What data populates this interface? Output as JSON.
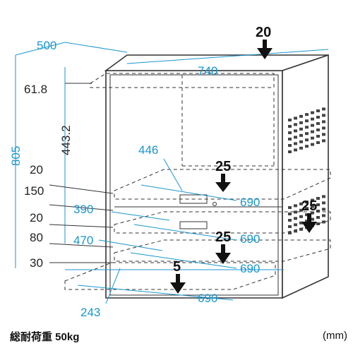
{
  "dimensions": {
    "depth": "500",
    "width": "740",
    "height": "805",
    "top_offset": "61.8",
    "inner_height": "443.2",
    "shelf_upper_depth": "446",
    "shelf_upper_width": "690",
    "gap_20_upper": "20",
    "gap_150": "150",
    "gap_20_lower": "20",
    "gap_80": "80",
    "gap_30": "30",
    "drawer_depth": "390",
    "drawer_width": "690",
    "shelf_lower_depth": "470",
    "shelf_lower_width": "690",
    "slide_depth": "243",
    "slide_width": "690"
  },
  "loads": {
    "top": "20",
    "upper_shelf": "25",
    "drawer": "25",
    "lower_shelf": "25",
    "slide_shelf": "5"
  },
  "caption": {
    "load_text": "総耐荷重 50kg",
    "unit": "(mm)"
  },
  "colors": {
    "dimension": "#1a96cf",
    "outline": "#333333"
  }
}
